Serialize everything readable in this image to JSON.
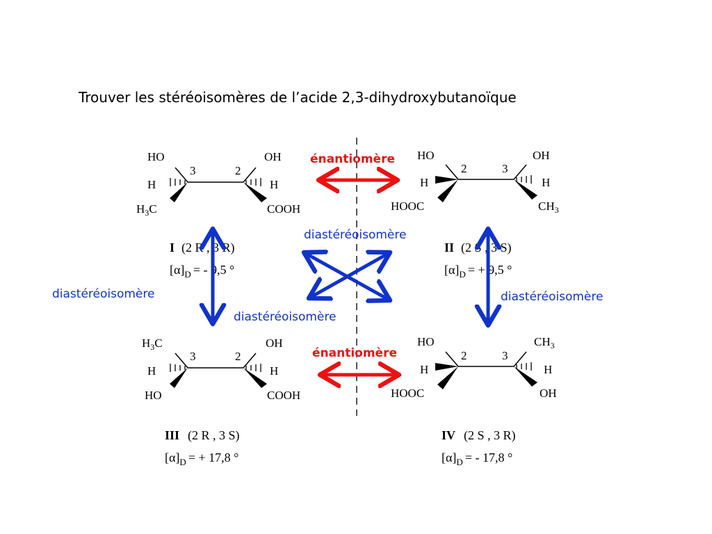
{
  "title": "Trouver les stéréoisomères de l’acide 2,3-dihydroxybutanoïque",
  "relations": {
    "enantiomer": "énantiomère",
    "diastereomer": "diastéréoisomère"
  },
  "colors": {
    "enantiomer_arrow": "#ee1111",
    "diastereomer_arrow": "#1133cc",
    "separator": "#555555"
  },
  "molecules": [
    {
      "roman": "I",
      "config": "(2 R , 3 R)",
      "rotation_label": "[α]",
      "rotation_sub": "D",
      "rotation_value": "= - 9,5 °",
      "c_left_num": "3",
      "c_right_num": "2",
      "groups": {
        "left_top": "HO",
        "left_mid": "H",
        "left_bot_main": "H",
        "left_bot_sub": "3",
        "left_bot_tail": "C",
        "right_top": "OH",
        "right_mid": "H",
        "right_bot": "COOH"
      }
    },
    {
      "roman": "II",
      "config": "(2 S , 3 S)",
      "rotation_label": "[α]",
      "rotation_sub": "D",
      "rotation_value": "= + 9,5 °",
      "c_left_num": "2",
      "c_right_num": "3",
      "groups": {
        "left_top": "HO",
        "left_mid": "H",
        "left_bot": "HOOC",
        "right_top": "OH",
        "right_mid": "H",
        "right_bot_main": "CH",
        "right_bot_sub": "3"
      }
    },
    {
      "roman": "III",
      "config": "(2 R , 3 S)",
      "rotation_label": "[α]",
      "rotation_sub": "D",
      "rotation_value": "= + 17,8 °",
      "c_left_num": "3",
      "c_right_num": "2",
      "groups": {
        "left_top_main": "H",
        "left_top_sub": "3",
        "left_top_tail": "C",
        "left_mid": "H",
        "left_bot": "HO",
        "right_top": "OH",
        "right_mid": "H",
        "right_bot": "COOH"
      }
    },
    {
      "roman": "IV",
      "config": "(2 S , 3 R)",
      "rotation_label": "[α]",
      "rotation_sub": "D",
      "rotation_value": "= - 17,8 °",
      "c_left_num": "2",
      "c_right_num": "3",
      "groups": {
        "left_top": "HO",
        "left_mid": "H",
        "left_bot": "HOOC",
        "right_top_main": "CH",
        "right_top_sub": "3",
        "right_mid": "H",
        "right_bot": "OH"
      }
    }
  ]
}
